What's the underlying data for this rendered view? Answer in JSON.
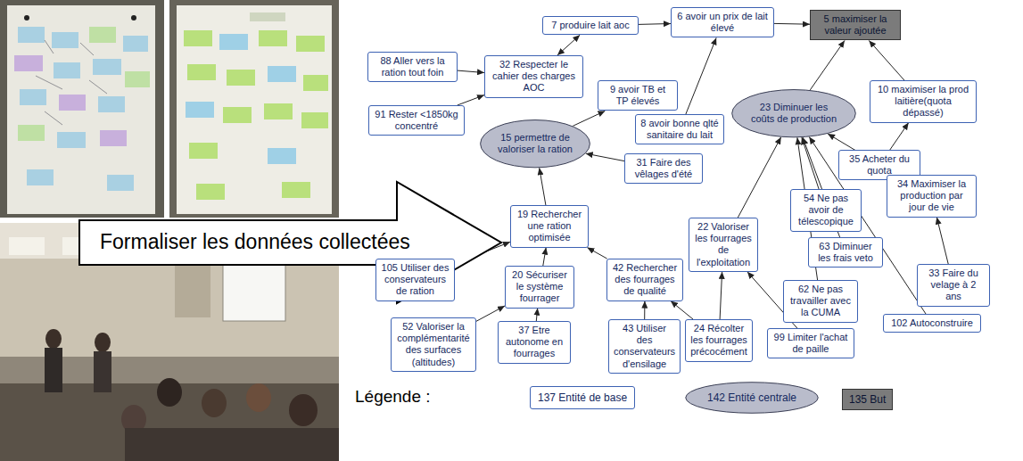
{
  "diagram": {
    "nodes": [
      {
        "text": [
          "Formaliser les données collectées"
        ]
      },
      {
        "text": [
          "7 produire lait aoc"
        ]
      },
      {
        "text": [
          "6 avoir un prix de lait élevé"
        ]
      },
      {
        "text": [
          "5 maximiser la valeur ajoutée"
        ]
      },
      {
        "text": [
          "88 Aller vers la ration tout foin"
        ]
      },
      {
        "text": [
          "32 Respecter le cahier des charges AOC"
        ]
      },
      {
        "text": [
          "9 avoir TB et TP élevés"
        ]
      },
      {
        "text": [
          "10 maximiser la prod laitière(quota dépassé)"
        ]
      },
      {
        "text": [
          "23 Diminuer les coûts de production"
        ]
      },
      {
        "text": [
          "91 Rester <1850kg concentré"
        ]
      },
      {
        "text": [
          "8 avoir bonne qlté sanitaire du lait"
        ]
      },
      {
        "text": [
          "15 permettre de valoriser la ration"
        ]
      },
      {
        "text": [
          "31 Faire des vêlages d'été"
        ]
      },
      {
        "text": [
          "35 Acheter du quota"
        ]
      },
      {
        "text": [
          "34 Maximiser la production par jour de vie"
        ]
      },
      {
        "text": [
          "54 Ne pas avoir de télescopique"
        ]
      },
      {
        "text": [
          "19 Rechercher une ration optimisée"
        ]
      },
      {
        "text": [
          "22 Valoriser les fourrages de l'exploitation"
        ]
      },
      {
        "text": [
          "63 Diminuer les frais veto"
        ]
      },
      {
        "text": [
          "105 Utiliser des conservateurs de ration"
        ]
      },
      {
        "text": [
          "42 Rechercher des fourrages de qualité"
        ]
      },
      {
        "text": [
          "20 Sécuriser le système fourrager"
        ]
      },
      {
        "text": [
          "33 Faire du velage à 2 ans"
        ]
      },
      {
        "text": [
          "62 Ne pas travailler avec la CUMA"
        ]
      },
      {
        "text": [
          "52 Valoriser la complémentarité des surfaces (altitudes)"
        ]
      },
      {
        "text": [
          "102 Autoconstruire"
        ]
      },
      {
        "text": [
          "99 Limiter l'achat de paille"
        ]
      },
      {
        "text": [
          "37 Etre autonome en fourrages"
        ]
      },
      {
        "text": [
          "43 Utiliser des conservateurs d'ensilage"
        ]
      },
      {
        "text": [
          "24 Récolter les fourrages précocément"
        ]
      }
    ],
    "edges": [
      {
        "from": 1,
        "to": 2,
        "arrow": "to"
      },
      {
        "from": 2,
        "to": 3,
        "arrow": "to"
      },
      {
        "from": 4,
        "to": 5,
        "arrow": "to"
      },
      {
        "from": 9,
        "to": 5,
        "arrow": "to"
      },
      {
        "from": 5,
        "to": 1,
        "arrow": "both"
      },
      {
        "from": 11,
        "to": 6,
        "arrow": "to"
      },
      {
        "from": 10,
        "to": 2,
        "arrow": "to"
      },
      {
        "from": 8,
        "to": 3,
        "arrow": "to"
      },
      {
        "from": 7,
        "to": 3,
        "arrow": "to"
      },
      {
        "from": 13,
        "to": 7,
        "arrow": "to"
      },
      {
        "from": 14,
        "to": 8,
        "arrow": "to"
      },
      {
        "from": 15,
        "to": 8,
        "arrow": "to"
      },
      {
        "from": 18,
        "to": 8,
        "arrow": "to"
      },
      {
        "from": 23,
        "to": 8,
        "arrow": "to"
      },
      {
        "from": 25,
        "to": 8,
        "arrow": "to"
      },
      {
        "from": 17,
        "to": 8,
        "arrow": "to"
      },
      {
        "from": 22,
        "to": 14,
        "arrow": "to"
      },
      {
        "from": 12,
        "to": 11,
        "arrow": "to"
      },
      {
        "from": 16,
        "to": 11,
        "arrow": "to"
      },
      {
        "from": 21,
        "to": 16,
        "arrow": "to"
      },
      {
        "from": 19,
        "to": 16,
        "arrow": "to"
      },
      {
        "from": 20,
        "to": 16,
        "arrow": "to"
      },
      {
        "from": 28,
        "to": 20,
        "arrow": "to"
      },
      {
        "from": 29,
        "to": 20,
        "arrow": "to"
      },
      {
        "from": 27,
        "to": 21,
        "arrow": "to"
      },
      {
        "from": 24,
        "to": 21,
        "arrow": "to"
      },
      {
        "from": 26,
        "to": 17,
        "arrow": "to"
      },
      {
        "from": 29,
        "to": 17,
        "arrow": "to"
      }
    ],
    "labels": [
      "Légende :"
    ],
    "legend": [
      {
        "text": "137 Entité de base"
      },
      {
        "text": "142 Entité centrale"
      },
      {
        "text": "135 But"
      }
    ]
  }
}
